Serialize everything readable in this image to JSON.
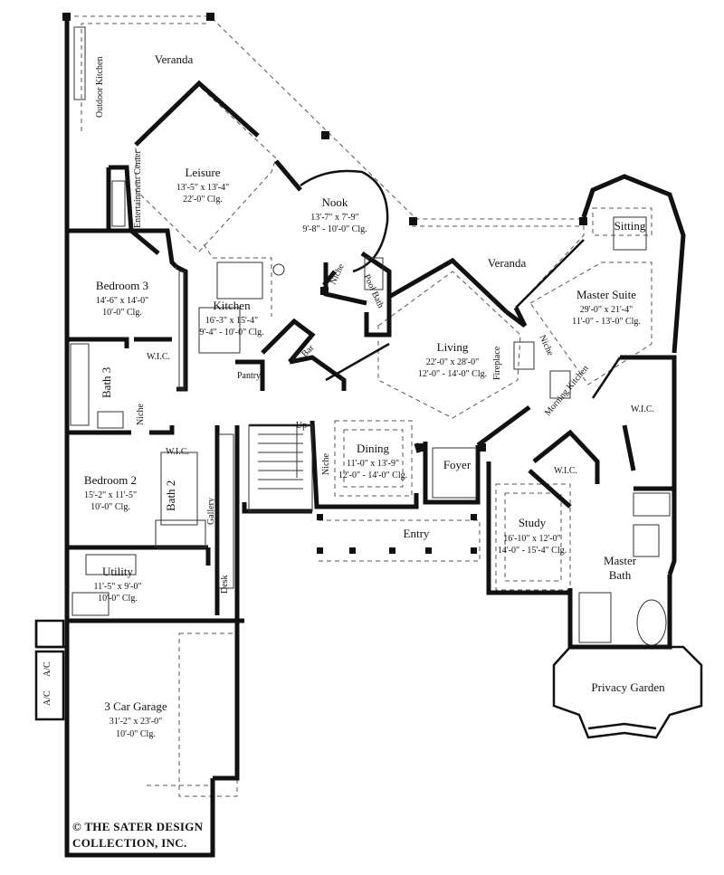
{
  "rooms": {
    "veranda_top": {
      "name": "Veranda"
    },
    "outdoor_kitchen": {
      "name": "Outdoor Kitchen"
    },
    "leisure": {
      "name": "Leisure",
      "dims": "13'-5\" x 13'-4\"",
      "ceiling": "22'-0\" Clg."
    },
    "entertainment_center": {
      "name": "Entertainment Center"
    },
    "nook": {
      "name": "Nook",
      "dims": "13'-7\" x 7'-9\"",
      "ceiling": "9'-8\" - 10'-0\" Clg."
    },
    "sitting": {
      "name": "Sitting"
    },
    "veranda_right": {
      "name": "Veranda"
    },
    "bedroom3": {
      "name": "Bedroom 3",
      "dims": "14'-6\" x 14'-0\"",
      "ceiling": "10'-0\" Clg."
    },
    "kitchen": {
      "name": "Kitchen",
      "dims": "16'-3\" x 15'-4\"",
      "ceiling": "9'-4\" - 10'-0\" Clg."
    },
    "niche_kitchen": {
      "name": "Niche"
    },
    "pool_bath": {
      "name": "Pool Bath"
    },
    "master_suite": {
      "name": "Master Suite",
      "dims": "29'-0\" x 21'-4\"",
      "ceiling": "11'-0\" - 13'-0\" Clg."
    },
    "wic_bed3": {
      "name": "W.I.C."
    },
    "bath3": {
      "name": "Bath 3"
    },
    "pantry": {
      "name": "Pantry"
    },
    "bar": {
      "name": "Bar"
    },
    "living": {
      "name": "Living",
      "dims": "22'-0\" x 28'-0\"",
      "ceiling": "12'-0\" - 14'-0\" Clg."
    },
    "fireplace": {
      "name": "Fireplace"
    },
    "niche_master": {
      "name": "Niche"
    },
    "morning_kitchen": {
      "name": "Morning Kitchen"
    },
    "wic_master": {
      "name": "W.I.C."
    },
    "niche_hall": {
      "name": "Niche"
    },
    "up": {
      "name": "Up"
    },
    "wic_bed2": {
      "name": "W.I.C."
    },
    "bedroom2": {
      "name": "Bedroom 2",
      "dims": "15'-2\" x 11'-5\"",
      "ceiling": "10'-0\" Clg."
    },
    "bath2": {
      "name": "Bath 2"
    },
    "gallery": {
      "name": "Gallery"
    },
    "niche_dining": {
      "name": "Niche"
    },
    "dining": {
      "name": "Dining",
      "dims": "11'-0\" x 13'-9\"",
      "ceiling": "12'-0\" - 14'-0\" Clg."
    },
    "foyer": {
      "name": "Foyer"
    },
    "wic_study": {
      "name": "W.I.C."
    },
    "study": {
      "name": "Study",
      "dims": "16'-10\" x 12'-0\"",
      "ceiling": "14'-0\" - 15'-4\" Clg."
    },
    "entry": {
      "name": "Entry"
    },
    "master_bath": {
      "name": "Master Bath"
    },
    "utility": {
      "name": "Utility",
      "dims": "11'-5\" x 9'-0\"",
      "ceiling": "10'-0\" Clg."
    },
    "desk": {
      "name": "Desk"
    },
    "privacy_garden": {
      "name": "Privacy Garden"
    },
    "garage": {
      "name": "3 Car Garage",
      "dims": "31'-2\" x 23'-0\"",
      "ceiling": "10'-0\" Clg."
    },
    "ac1": {
      "name": "A/C"
    },
    "ac2": {
      "name": "A/C"
    }
  },
  "credit": {
    "line1": "© THE SATER DESIGN",
    "line2": "COLLECTION, INC."
  }
}
